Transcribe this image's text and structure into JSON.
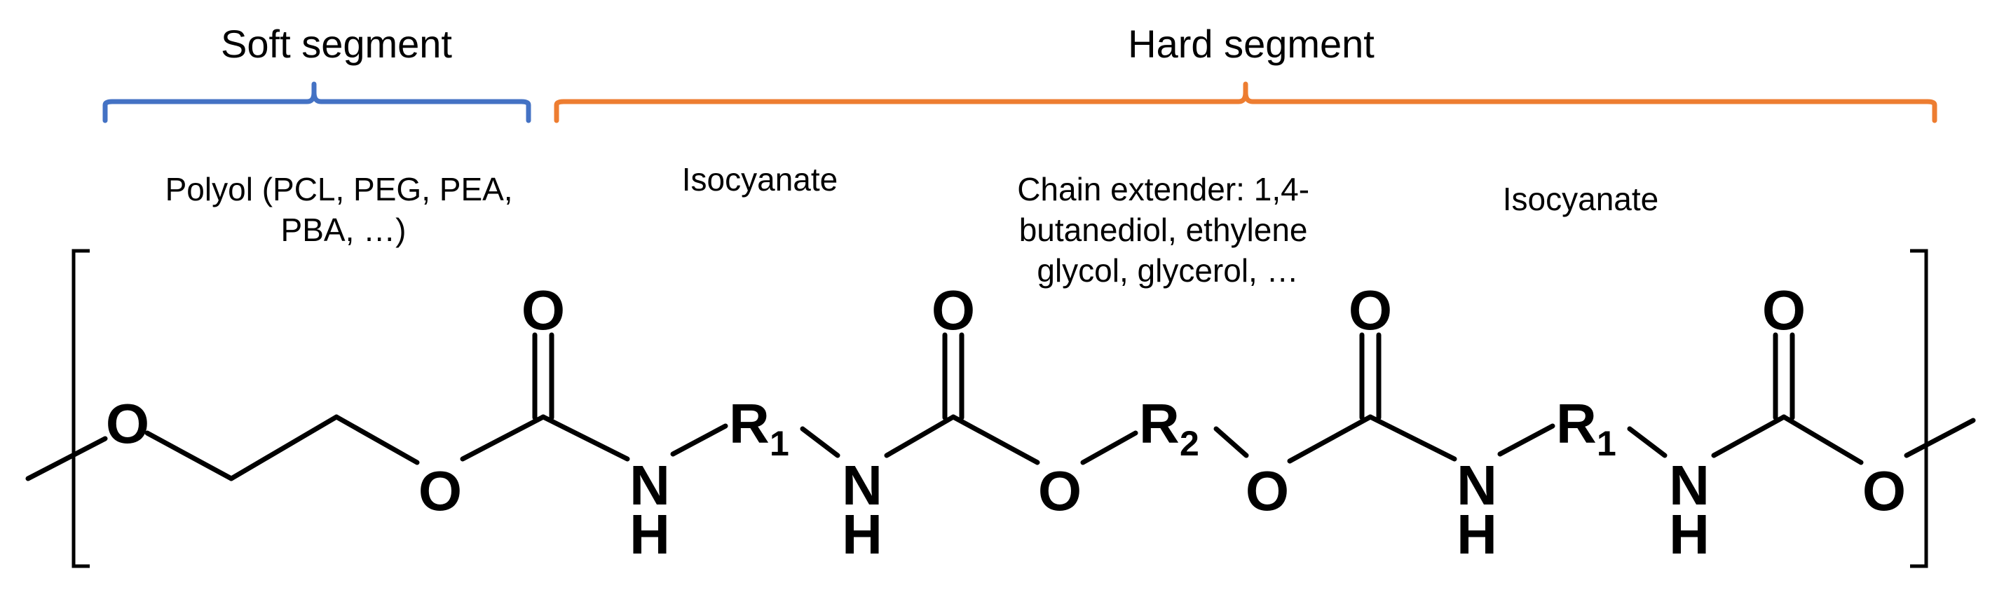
{
  "segments": {
    "soft": {
      "title": "Soft segment",
      "color": "#4472c4"
    },
    "hard": {
      "title": "Hard segment",
      "color": "#ed7d31"
    }
  },
  "annotations": {
    "polyol": [
      "Polyol (PCL, PEG, PEA,",
      "PBA, …)"
    ],
    "isocyanate_1": "Isocyanate",
    "chain_extender": [
      "Chain extender: 1,4-",
      "butanediol, ethylene",
      "glycol, glycerol, …"
    ],
    "isocyanate_2": "Isocyanate"
  },
  "atoms": {
    "oxygen": "O",
    "nitrogen": "N",
    "hydrogen": "H",
    "r": "R",
    "sub_1": "1",
    "sub_2": "2"
  }
}
